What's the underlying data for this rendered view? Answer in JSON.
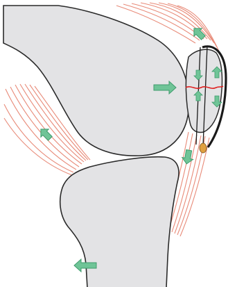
{
  "diagram": {
    "colors": {
      "bone_fill": "#e3e3e5",
      "bone_outline": "#2a2a2a",
      "tendon_fibers": "#e88a78",
      "arrow_fill": "#6fc497",
      "arrow_outline": "#3f9b6c",
      "fracture_line": "#e02020",
      "implant_wire": "#1a1a1a",
      "implant_knot": "#e0a040"
    },
    "elements": [
      {
        "name": "femur",
        "kind": "bone"
      },
      {
        "name": "tibia",
        "kind": "bone"
      },
      {
        "name": "patella",
        "kind": "bone"
      },
      {
        "name": "quadriceps-tendon",
        "kind": "soft-tissue"
      },
      {
        "name": "patellar-tendon",
        "kind": "soft-tissue"
      },
      {
        "name": "hamstring-muscle",
        "kind": "soft-tissue"
      },
      {
        "name": "patellar-fracture-line",
        "kind": "fracture"
      },
      {
        "name": "tension-band-wire",
        "kind": "implant"
      },
      {
        "name": "kirschner-wires",
        "kind": "implant"
      }
    ],
    "force_arrows": [
      {
        "name": "quadriceps-pull-arrow",
        "direction": "up-right"
      },
      {
        "name": "hamstring-pull-arrow",
        "direction": "up-left"
      },
      {
        "name": "femoral-compression-arrow",
        "direction": "right"
      },
      {
        "name": "patellar-tendon-pull-arrow",
        "direction": "down"
      },
      {
        "name": "tibial-shift-arrow",
        "direction": "left"
      },
      {
        "name": "fragment-arrow-upper-left",
        "direction": "down"
      },
      {
        "name": "fragment-arrow-upper-right",
        "direction": "up"
      },
      {
        "name": "fragment-arrow-lower-left",
        "direction": "up"
      },
      {
        "name": "fragment-arrow-lower-right",
        "direction": "down"
      }
    ]
  }
}
